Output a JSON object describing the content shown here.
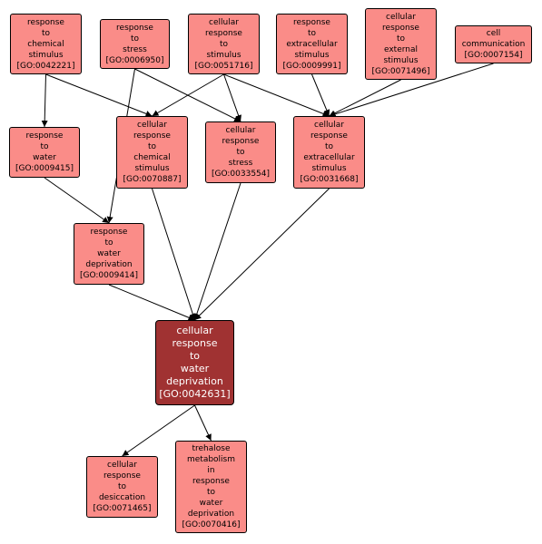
{
  "colors": {
    "node_fill": "#fa8c88",
    "focus_fill": "#a03232",
    "focus_text": "#ffffff",
    "edge": "#000000"
  },
  "nodes": {
    "go0042221": {
      "lines": [
        "response",
        "to",
        "chemical",
        "stimulus",
        "[GO:0042221]"
      ]
    },
    "go0006950": {
      "lines": [
        "response",
        "to",
        "stress",
        "[GO:0006950]"
      ]
    },
    "go0051716": {
      "lines": [
        "cellular",
        "response",
        "to",
        "stimulus",
        "[GO:0051716]"
      ]
    },
    "go0009991": {
      "lines": [
        "response",
        "to",
        "extracellular",
        "stimulus",
        "[GO:0009991]"
      ]
    },
    "go0071496": {
      "lines": [
        "cellular",
        "response",
        "to",
        "external",
        "stimulus",
        "[GO:0071496]"
      ]
    },
    "go0007154": {
      "lines": [
        "cell",
        "communication",
        "[GO:0007154]"
      ]
    },
    "go0009415": {
      "lines": [
        "response",
        "to",
        "water",
        "[GO:0009415]"
      ]
    },
    "go0070887": {
      "lines": [
        "cellular",
        "response",
        "to",
        "chemical",
        "stimulus",
        "[GO:0070887]"
      ]
    },
    "go0033554": {
      "lines": [
        "cellular",
        "response",
        "to",
        "stress",
        "[GO:0033554]"
      ]
    },
    "go0031668": {
      "lines": [
        "cellular",
        "response",
        "to",
        "extracellular",
        "stimulus",
        "[GO:0031668]"
      ]
    },
    "go0009414": {
      "lines": [
        "response",
        "to",
        "water",
        "deprivation",
        "[GO:0009414]"
      ]
    },
    "go0042631": {
      "lines": [
        "cellular",
        "response",
        "to",
        "water",
        "deprivation",
        "[GO:0042631]"
      ]
    },
    "go0071465": {
      "lines": [
        "cellular",
        "response",
        "to",
        "desiccation",
        "[GO:0071465]"
      ]
    },
    "go0070416": {
      "lines": [
        "trehalose",
        "metabolism",
        "in",
        "response",
        "to",
        "water",
        "deprivation",
        "[GO:0070416]"
      ]
    }
  },
  "edges": [
    [
      "go0042221",
      "go0009415"
    ],
    [
      "go0042221",
      "go0070887"
    ],
    [
      "go0006950",
      "go0009414"
    ],
    [
      "go0006950",
      "go0033554"
    ],
    [
      "go0051716",
      "go0070887"
    ],
    [
      "go0051716",
      "go0033554"
    ],
    [
      "go0051716",
      "go0031668"
    ],
    [
      "go0009991",
      "go0031668"
    ],
    [
      "go0071496",
      "go0031668"
    ],
    [
      "go0007154",
      "go0031668"
    ],
    [
      "go0009415",
      "go0009414"
    ],
    [
      "go0070887",
      "go0042631"
    ],
    [
      "go0033554",
      "go0042631"
    ],
    [
      "go0031668",
      "go0042631"
    ],
    [
      "go0009414",
      "go0042631"
    ],
    [
      "go0042631",
      "go0071465"
    ],
    [
      "go0042631",
      "go0070416"
    ]
  ]
}
